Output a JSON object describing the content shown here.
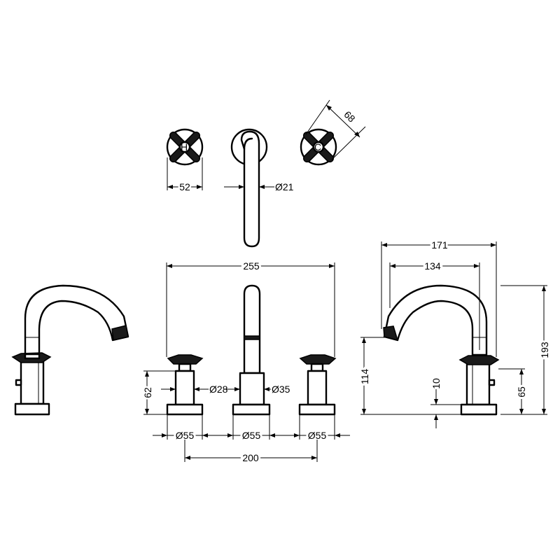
{
  "dimensions": {
    "plate_width": "52",
    "spout_diameter": "Ø21",
    "handle_plate_diagonal": "68",
    "overall_width": "255",
    "valve_diameter": "Ø28",
    "spout_body_diameter": "Ø35",
    "valve_height": "62",
    "base_left": "Ø55",
    "base_middle": "Ø55",
    "base_right": "Ø55",
    "centres": "200",
    "reach_outer": "171",
    "reach_inner": "134",
    "overall_height": "193",
    "spout_outlet_height": "114",
    "base_height": "10",
    "handle_height": "65"
  }
}
